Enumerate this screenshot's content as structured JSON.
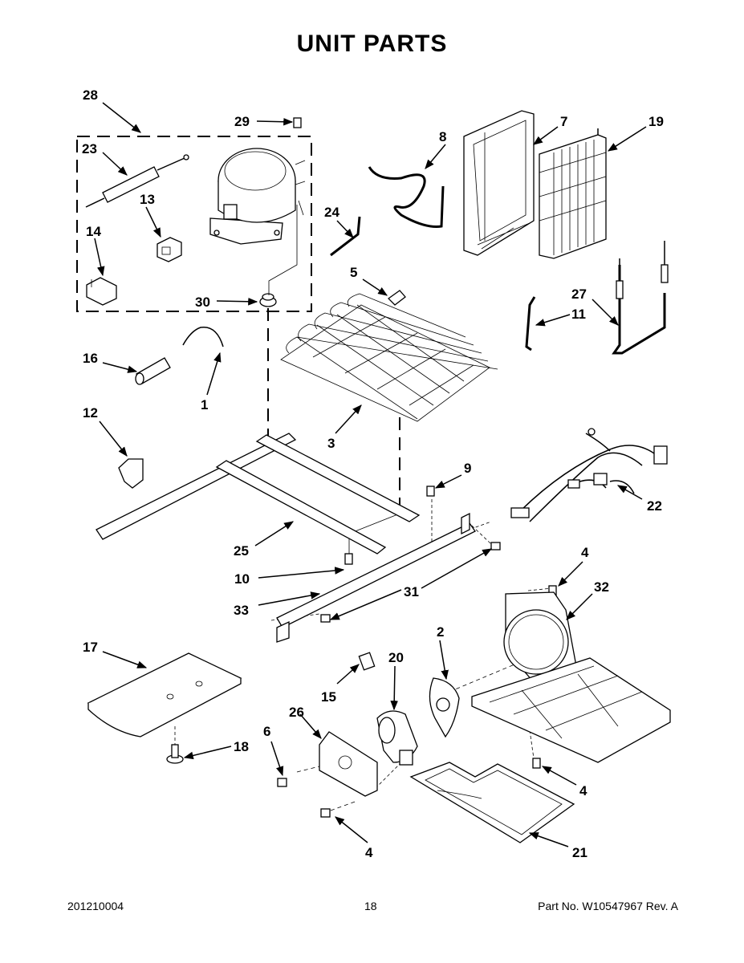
{
  "title": "UNIT PARTS",
  "callouts": {
    "c1": "1",
    "c2": "2",
    "c3": "3",
    "c4a": "4",
    "c4b": "4",
    "c4c": "4",
    "c5": "5",
    "c6": "6",
    "c7": "7",
    "c8": "8",
    "c9": "9",
    "c10": "10",
    "c11": "11",
    "c12": "12",
    "c13": "13",
    "c14": "14",
    "c15": "15",
    "c16": "16",
    "c17": "17",
    "c18": "18",
    "c19": "19",
    "c20": "20",
    "c21": "21",
    "c22": "22",
    "c23": "23",
    "c24": "24",
    "c25": "25",
    "c26": "26",
    "c27": "27",
    "c28": "28",
    "c29": "29",
    "c30": "30",
    "c31": "31",
    "c32": "32",
    "c33": "33"
  },
  "footer": {
    "left": "201210004",
    "center": "18",
    "right": "Part No.  W10547967  Rev.  A"
  }
}
